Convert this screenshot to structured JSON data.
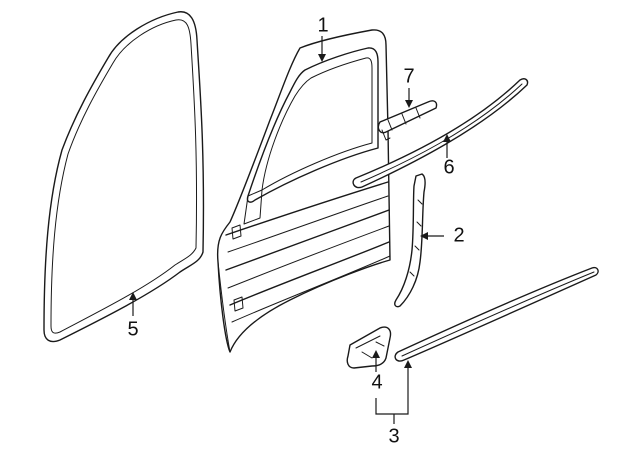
{
  "callouts": {
    "door_shell": "1",
    "stiffener": "2",
    "rocker_molding": "3",
    "bracket": "4",
    "weatherstrip": "5",
    "belt_molding": "6",
    "trim_clip": "7"
  }
}
